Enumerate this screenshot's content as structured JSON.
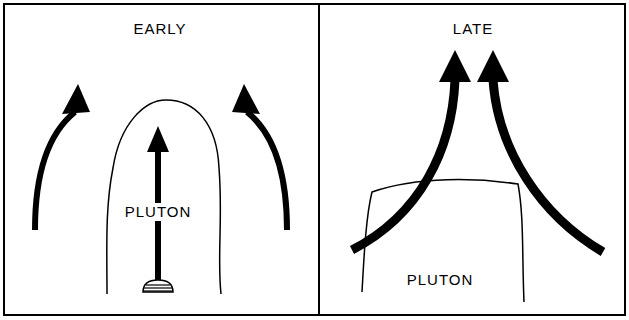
{
  "diagram": {
    "nodes": [
      {
        "text": [
          "EARLY"
        ]
      },
      {
        "text": [
          "PLUTON"
        ],
        "in": 0
      },
      {
        "text": [
          "LATE"
        ]
      },
      {
        "text": [
          "PLUTON"
        ],
        "in": 2
      }
    ]
  }
}
